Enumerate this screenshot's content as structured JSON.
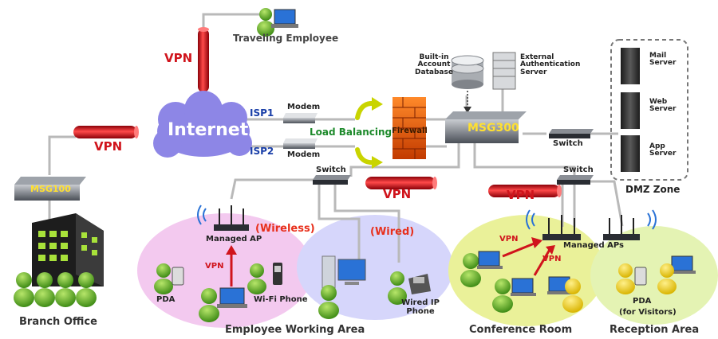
{
  "labels": {
    "traveling_employee": "Traveling Employee",
    "internet": "Internet",
    "vpn": "VPN",
    "isp1": "ISP1",
    "isp2": "ISP2",
    "modem": "Modem",
    "load_balancing": "Load Balancing",
    "firewall": "Firewall",
    "built_in_db": "Built-in\nAccount\nDatabase",
    "ext_auth": "External\nAuthentication\nServer",
    "msg300": "MSG300",
    "msg100": "MSG100",
    "switch": "Switch",
    "mail_server": "Mail\nServer",
    "web_server": "Web\nServer",
    "app_server": "App\nServer",
    "dmz_zone": "DMZ Zone",
    "wireless": "(Wireless)",
    "wired": "(Wired)",
    "managed_ap": "Managed AP",
    "managed_aps": "Managed APs",
    "pda": "PDA",
    "wifi_phone": "Wi-Fi Phone",
    "wired_ip_phone": "Wired IP\nPhone",
    "for_visitors": "(for Visitors)",
    "branch_office": "Branch Office",
    "employee_area": "Employee Working Area",
    "conference_room": "Conference Room",
    "reception_area": "Reception Area"
  },
  "colors": {
    "vpn_red": "#d0141c",
    "cloud": "#8d86e6",
    "device_text": "#ffe030",
    "employee_area": "#f3c9ef",
    "wired_area": "#d6d6fb",
    "conference_area": "#eaf199",
    "reception_area": "#e4f3b3"
  }
}
